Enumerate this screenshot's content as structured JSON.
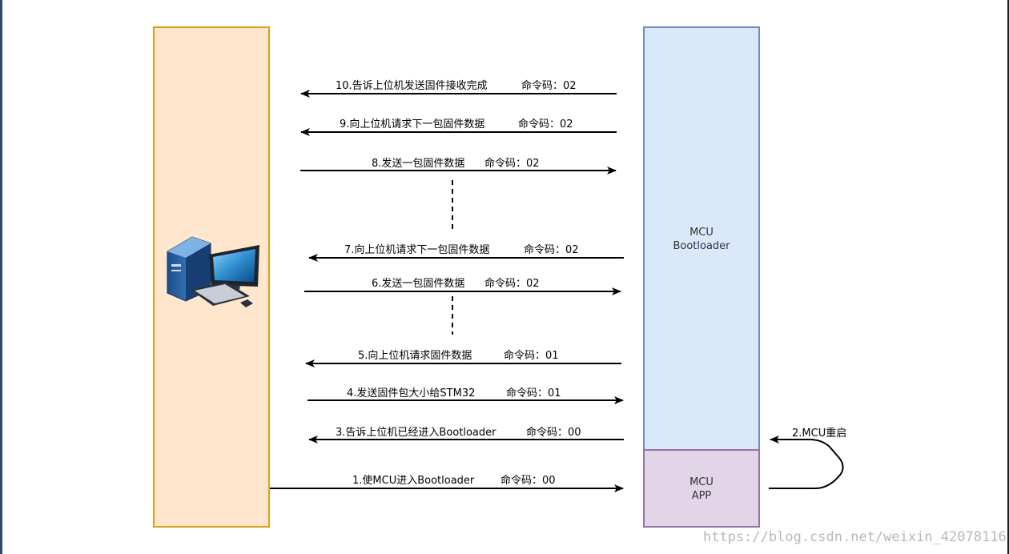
{
  "boxes": {
    "bootloader": {
      "line1": "MCU",
      "line2": "Bootloader"
    },
    "app": {
      "line1": "MCU",
      "line2": "APP"
    }
  },
  "restart_label": "2.MCU重启",
  "messages": [
    {
      "id": "msg-10",
      "step": "10.告诉上位机发送固件接收完成",
      "cmd": "命令码：02",
      "direction": "to-pc"
    },
    {
      "id": "msg-9",
      "step": "9.向上位机请求下一包固件数据",
      "cmd": "命令码：02",
      "direction": "to-pc"
    },
    {
      "id": "msg-8",
      "step": "8.发送一包固件数据",
      "cmd": "命令码：02",
      "direction": "to-mcu"
    },
    {
      "id": "msg-7",
      "step": "7.向上位机请求下一包固件数据",
      "cmd": "命令码：02",
      "direction": "to-pc"
    },
    {
      "id": "msg-6",
      "step": "6.发送一包固件数据",
      "cmd": "命令码：02",
      "direction": "to-mcu"
    },
    {
      "id": "msg-5",
      "step": "5.向上位机请求固件数据",
      "cmd": "命令码：01",
      "direction": "to-pc"
    },
    {
      "id": "msg-4",
      "step": "4.发送固件包大小给STM32",
      "cmd": "命令码：01",
      "direction": "to-mcu"
    },
    {
      "id": "msg-3",
      "step": "3.告诉上位机已经进入Bootloader",
      "cmd": "命令码：00",
      "direction": "to-pc"
    },
    {
      "id": "msg-1",
      "step": "1.使MCU进入Bootloader",
      "cmd": "命令码：00",
      "direction": "to-mcu"
    }
  ],
  "watermark": "https://blog.csdn.net/weixin_42078116",
  "colors": {
    "pc_fill": "#ffe6cc",
    "pc_stroke": "#d6a21e",
    "bootloader_fill": "#dae8fc",
    "bootloader_stroke": "#6c8ebf",
    "app_fill": "#e1d5e7",
    "app_stroke": "#9673a6",
    "arrow": "#000000"
  },
  "icons": {
    "pc": "desktop-computer-icon"
  }
}
